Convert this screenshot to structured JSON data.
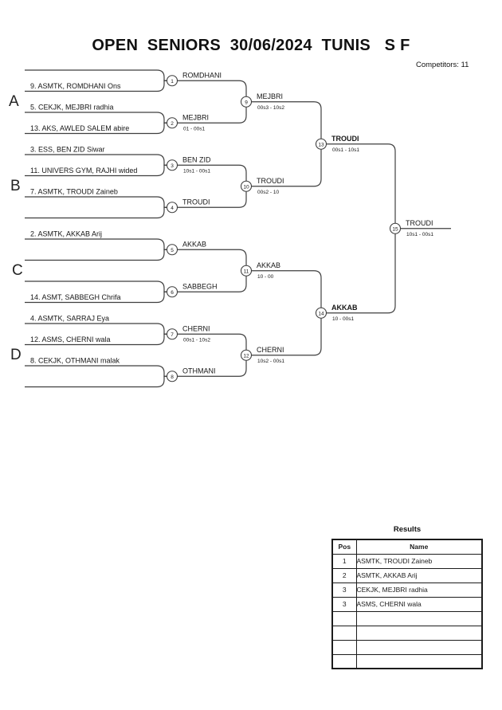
{
  "header": {
    "title": "OPEN  SENIORS  30/06/2024  TUNIS   S F",
    "competitors_label": "Competitors: 11"
  },
  "bracket": {
    "sections": [
      {
        "label": "A"
      },
      {
        "label": "B"
      },
      {
        "label": "C"
      },
      {
        "label": "D"
      }
    ],
    "entries": [
      {
        "name": ""
      },
      {
        "name": "9. ASMTK, ROMDHANI Ons"
      },
      {
        "name": "5. CEKJK, MEJBRI radhia"
      },
      {
        "name": "13. AKS, AWLED SALEM abire"
      },
      {
        "name": "3. ESS, BEN ZID Siwar"
      },
      {
        "name": "11. UNIVERS GYM, RAJHI wided"
      },
      {
        "name": "7. ASMTK, TROUDI Zaineb"
      },
      {
        "name": ""
      },
      {
        "name": "2. ASMTK, AKKAB Arij"
      },
      {
        "name": ""
      },
      {
        "name": ""
      },
      {
        "name": "14. ASMT, SABBEGH Chrifa"
      },
      {
        "name": "4. ASMTK, SARRAJ Eya"
      },
      {
        "name": "12. ASMS, CHERNI wala"
      },
      {
        "name": "8. CEKJK, OTHMANI malak"
      },
      {
        "name": ""
      }
    ],
    "matches": [
      {
        "n": "1",
        "winner": "ROMDHANI",
        "score": ""
      },
      {
        "n": "2",
        "winner": "MEJBRI",
        "score": "01 - 00s1"
      },
      {
        "n": "3",
        "winner": "BEN ZID",
        "score": "10s1 - 00s1"
      },
      {
        "n": "4",
        "winner": "TROUDI",
        "score": ""
      },
      {
        "n": "5",
        "winner": "AKKAB",
        "score": ""
      },
      {
        "n": "6",
        "winner": "SABBEGH",
        "score": ""
      },
      {
        "n": "7",
        "winner": "CHERNI",
        "score": "00s1 - 10s2"
      },
      {
        "n": "8",
        "winner": "OTHMANI",
        "score": ""
      },
      {
        "n": "9",
        "winner": "MEJBRI",
        "score": "00s3 - 10s2"
      },
      {
        "n": "10",
        "winner": "TROUDI",
        "score": "00s2 - 10"
      },
      {
        "n": "11",
        "winner": "AKKAB",
        "score": "10 - 00"
      },
      {
        "n": "12",
        "winner": "CHERNI",
        "score": "10s2 - 00s1"
      },
      {
        "n": "13",
        "winner": "TROUDI",
        "score": "00s1 - 10s1"
      },
      {
        "n": "14",
        "winner": "AKKAB",
        "score": "10 - 00s1"
      },
      {
        "n": "15",
        "winner": "TROUDI",
        "score": "10s1 - 00s1"
      }
    ]
  },
  "results": {
    "title": "Results",
    "columns": [
      "Pos",
      "Name"
    ],
    "rows": [
      [
        "1",
        "ASMTK, TROUDI Zaineb"
      ],
      [
        "2",
        "ASMTK, AKKAB Arij"
      ],
      [
        "3",
        "CEKJK, MEJBRI radhia"
      ],
      [
        "3",
        "ASMS, CHERNI wala"
      ],
      [
        "",
        ""
      ],
      [
        "",
        ""
      ],
      [
        "",
        ""
      ],
      [
        "",
        ""
      ]
    ]
  }
}
